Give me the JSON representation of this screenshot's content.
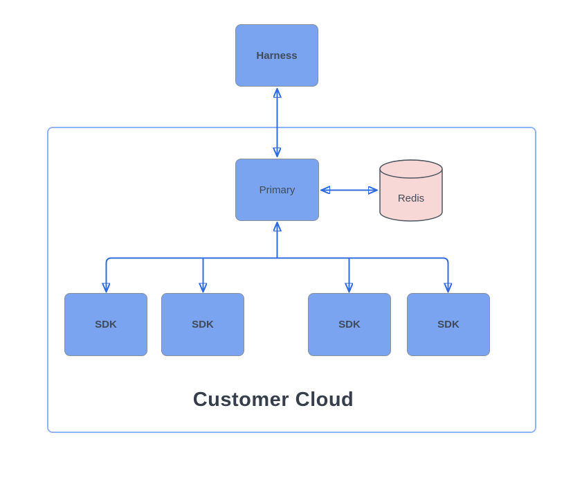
{
  "diagram": {
    "container": {
      "label": "Customer Cloud"
    },
    "nodes": {
      "harness": {
        "label": "Harness",
        "shape": "rectangle",
        "fill": "#7AA4F0"
      },
      "primary": {
        "label": "Primary",
        "shape": "rectangle",
        "fill": "#7AA4F0"
      },
      "redis": {
        "label": "Redis",
        "shape": "cylinder",
        "fill": "#F8D8D6"
      },
      "sdks": [
        {
          "label": "SDK"
        },
        {
          "label": "SDK"
        },
        {
          "label": "SDK"
        },
        {
          "label": "SDK"
        }
      ]
    },
    "edges": [
      {
        "from": "harness",
        "to": "primary",
        "direction": "bidirectional"
      },
      {
        "from": "primary",
        "to": "redis",
        "direction": "bidirectional"
      },
      {
        "from": "sdk-tree",
        "to": "primary",
        "direction": "up"
      },
      {
        "from": "primary",
        "to": "sdk-1",
        "direction": "down"
      },
      {
        "from": "primary",
        "to": "sdk-2",
        "direction": "down"
      },
      {
        "from": "primary",
        "to": "sdk-3",
        "direction": "down"
      },
      {
        "from": "primary",
        "to": "sdk-4",
        "direction": "down"
      }
    ],
    "colors": {
      "node_fill": "#7AA4F0",
      "node_border": "#888F9A",
      "cylinder_fill": "#F8D8D6",
      "cylinder_border": "#4D5560",
      "container_border": "#90B3F2",
      "arrow": "#2F6BDE",
      "node_text": "#414A57",
      "container_text": "#363E4C"
    }
  }
}
